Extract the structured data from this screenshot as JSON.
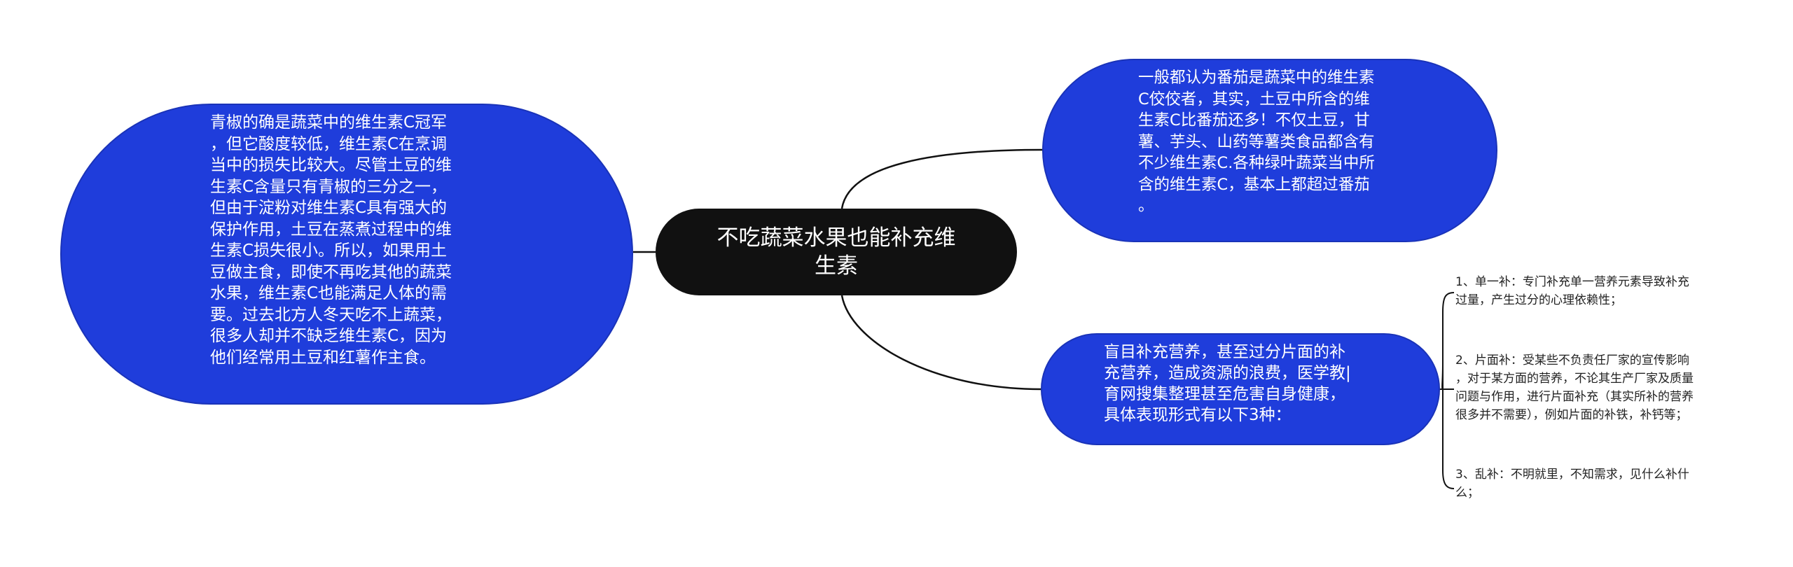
{
  "center": {
    "text": "不吃蔬菜水果也能补充维\n生素"
  },
  "left_node": {
    "text": "青椒的确是蔬菜中的维生素C冠军\n，但它酸度较低，维生素C在烹调\n当中的损失比较大。尽管土豆的维\n生素C含量只有青椒的三分之一，\n但由于淀粉对维生素C具有强大的\n保护作用，土豆在蒸煮过程中的维\n生素C损失很小。所以，如果用土\n豆做主食，即使不再吃其他的蔬菜\n水果，维生素C也能满足人体的需\n要。过去北方人冬天吃不上蔬菜，\n很多人却并不缺乏维生素C，因为\n他们经常用土豆和红薯作主食。"
  },
  "right_top_node": {
    "text": "一般都认为番茄是蔬菜中的维生素\nC佼佼者，其实，土豆中所含的维\n生素C比番茄还多！不仅土豆，甘\n薯、芋头、山药等薯类食品都含有\n不少维生素C.各种绿叶蔬菜当中所\n含的维生素C，基本上都超过番茄\n。"
  },
  "right_mid_node": {
    "text": "盲目补充营养，甚至过分片面的补\n充营养，造成资源的浪费，医学教|\n育网搜集整理甚至危害自身健康，\n具体表现形式有以下3种："
  },
  "leaves": [
    {
      "text": "1、单一补：专门补充单一营养元素导致补充\n过量，产生过分的心理依赖性；"
    },
    {
      "text": "2、片面补：受某些不负责任厂家的宣传影响\n，对于某方面的营养，不论其生产厂家及质量\n问题与作用，进行片面补充（其实所补的营养\n很多并不需要），例如片面的补铁，补钙等；"
    },
    {
      "text": "3、乱补：不明就里，不知需求，见什么补什\n么；"
    }
  ],
  "colors": {
    "node_fill": "#1f3ddb",
    "center_fill": "#111111",
    "connector": "#111111"
  }
}
